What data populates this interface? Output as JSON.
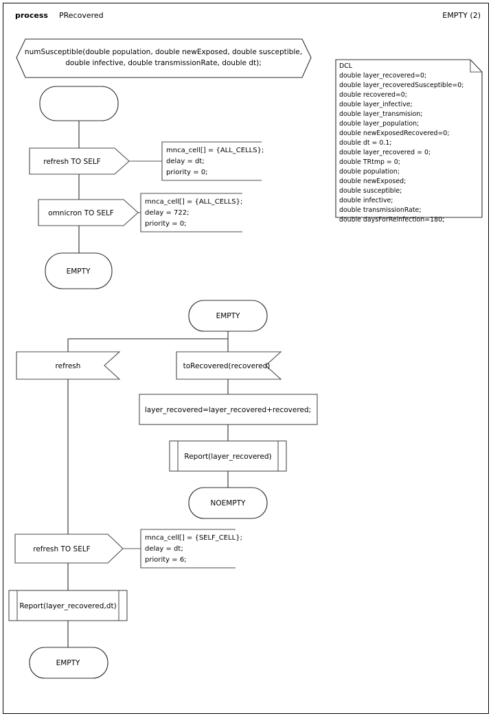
{
  "header": {
    "keyword": "process",
    "process_name": "PRecovered",
    "page_label": "EMPTY (2)"
  },
  "procedure_signature": {
    "line1": "numSusceptible(double population, double newExposed, double susceptible,",
    "line2": "double infective, double transmissionRate, double dt);"
  },
  "dcl": {
    "title": "DCL",
    "lines": [
      "double layer_recovered=0;",
      "double layer_recoveredSusceptible=0;",
      "double recovered=0;",
      "double layer_infective;",
      "double layer_transmision;",
      "double layer_population;",
      "double newExposedRecovered=0;",
      "double dt = 0.1;",
      "double layer_recovered = 0;",
      "double TRtmp = 0;",
      "double population;",
      "double newExposed;",
      "double susceptible;",
      "double infective;",
      "double transmissionRate;",
      "double daysForReinfection=180;"
    ]
  },
  "flow": {
    "start_state_label": "",
    "output_refresh_top": "refresh TO SELF",
    "comment_refresh_top": {
      "line1": "mnca_cell[] = {ALL_CELLS};",
      "line2": "delay = dt;",
      "line3": "priority = 0;"
    },
    "output_omnicron": "omnicron TO SELF",
    "comment_omnicron": {
      "line1": "mnca_cell[] = {ALL_CELLS};",
      "line2": "delay = 722;",
      "line3": "priority = 0;"
    },
    "state_empty_1": "EMPTY",
    "state_empty_2": "EMPTY",
    "input_refresh": "refresh",
    "input_torecovered": "toRecovered(recovered)",
    "task_assign": "layer_recovered=layer_recovered+recovered;",
    "call_report_1": "Report(layer_recovered)",
    "state_noempty": "NOEMPTY",
    "output_refresh_bottom": "refresh TO SELF",
    "comment_refresh_bottom": {
      "line1": "mnca_cell[] = {SELF_CELL};",
      "line2": "delay = dt;",
      "line3": "priority = 6;"
    },
    "call_report_2": "Report(layer_recovered,dt)",
    "state_empty_3": "EMPTY"
  },
  "colors": {
    "stroke": "#4a4a4a",
    "stroke_dark": "#2b2b2b",
    "background": "#ffffff",
    "text": "#000000"
  }
}
